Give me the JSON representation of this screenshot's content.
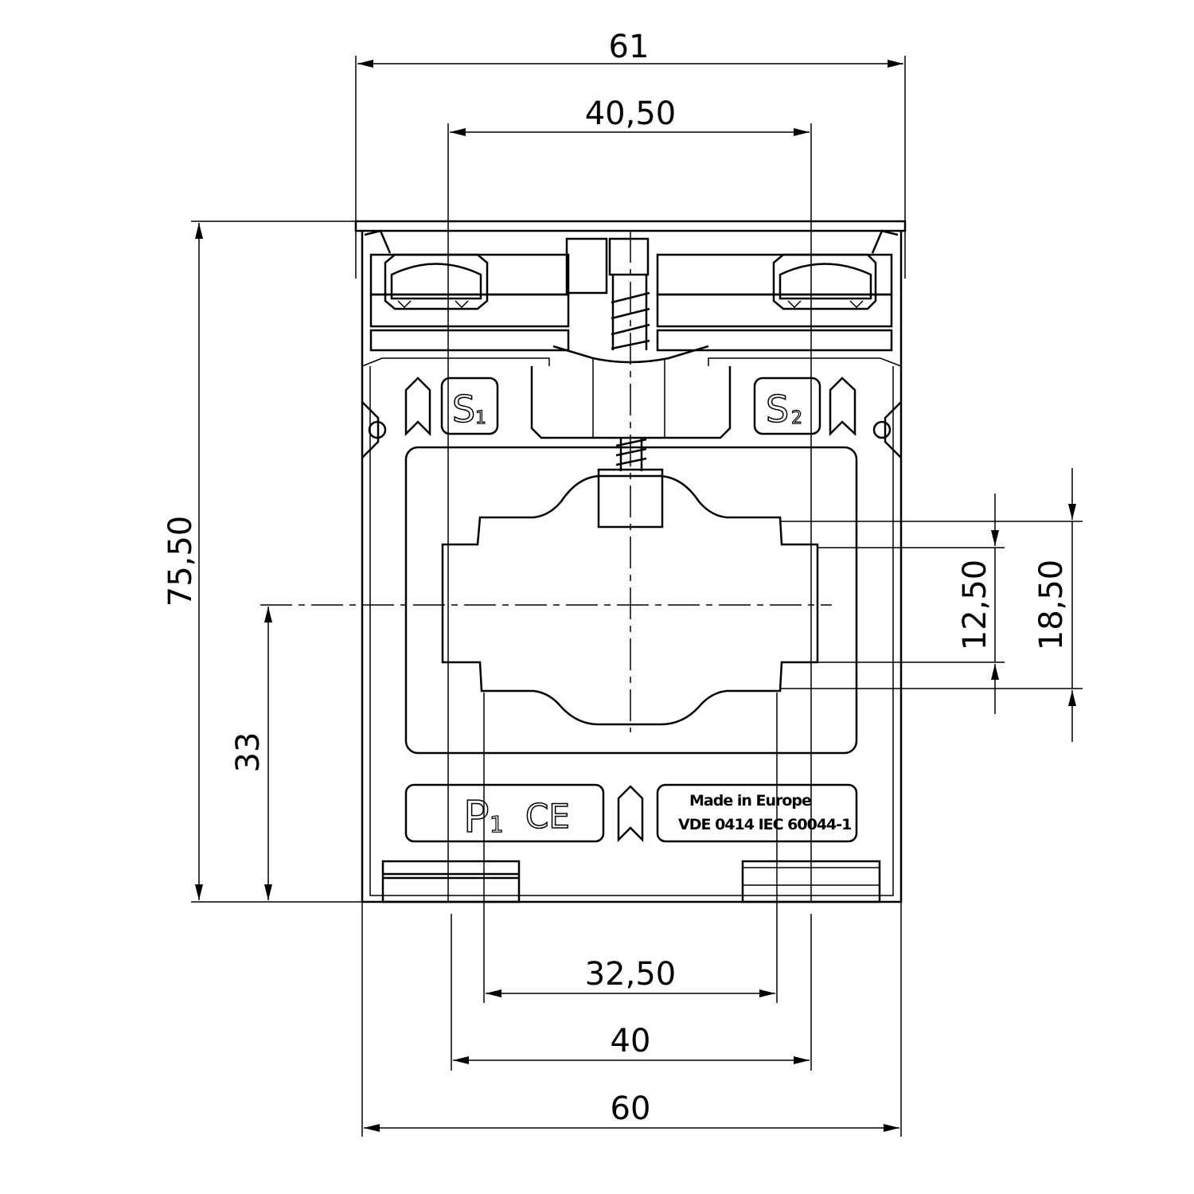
{
  "dimensions": {
    "overall_width_top": "61",
    "terminal_spacing": "40,50",
    "overall_height": "75,50",
    "center_height": "33",
    "aperture_inner_height": "12,50",
    "aperture_outer_height": "18,50",
    "aperture_width": "32,50",
    "foot_spacing": "40",
    "overall_width_bottom": "60"
  },
  "markings": {
    "secondary_1": "S",
    "secondary_1_sub": "1",
    "secondary_2": "S",
    "secondary_2_sub": "2",
    "primary": "P",
    "primary_sub": "1",
    "ce_mark": "CE",
    "origin": "Made in Europe",
    "standards": "VDE 0414 IEC 60044-1"
  }
}
